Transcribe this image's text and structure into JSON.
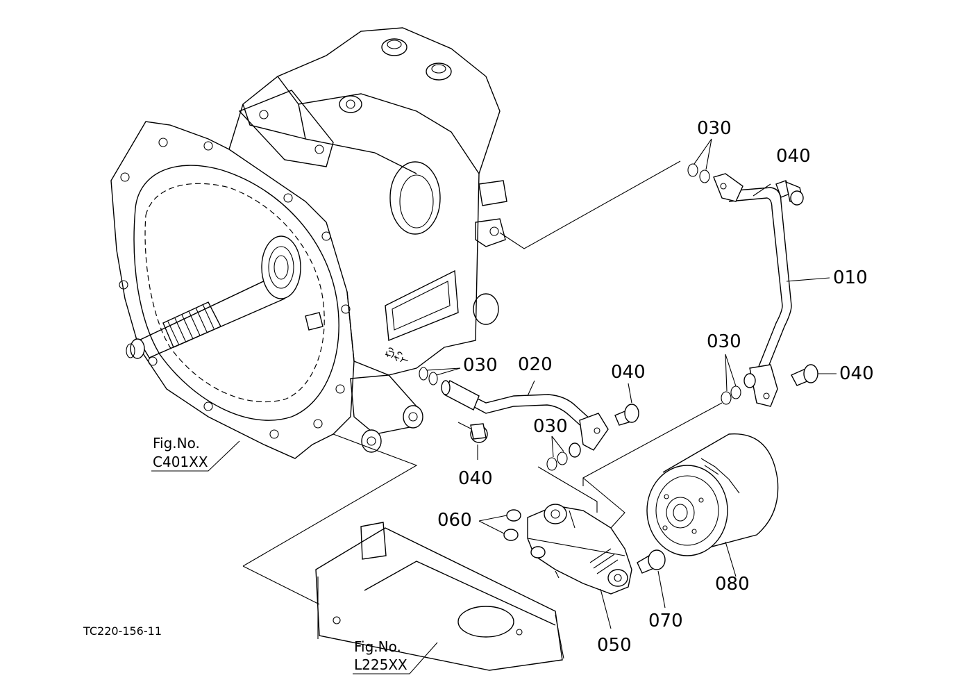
{
  "labels": {
    "p010": "010",
    "p020": "020",
    "p030_top": "030",
    "p030_left": "030",
    "p030_mid": "030",
    "p030_right": "030",
    "p040_topright": "040",
    "p040_mid": "040",
    "p040_lower": "040",
    "p040_right": "040",
    "p050": "050",
    "p060": "060",
    "p070": "070",
    "p080": "080"
  },
  "fig_refs": {
    "c401_label": "Fig.No.",
    "c401_code": "C401XX",
    "l225_label": "Fig.No.",
    "l225_code": "L225XX"
  },
  "drawing_code": "TC220-156-11"
}
